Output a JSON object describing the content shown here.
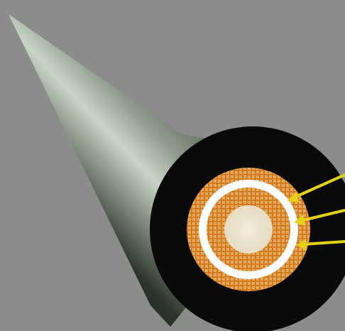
{
  "figure": {
    "subject": "coaxial-cable-cross-section",
    "colors": {
      "background": "#8c8c8c",
      "jacket": "#0a0a0a",
      "jacket_highlight": "#d8e3d6",
      "braid_shield": "#d27a1f",
      "braid_weave": "#f2c07a",
      "dielectric": "#ffffff",
      "center_conductor": "#efe7d2",
      "pointer_arrows": "#e3d21a"
    },
    "layers": [
      {
        "key": "jacket"
      },
      {
        "key": "braid_shield"
      },
      {
        "key": "dielectric"
      },
      {
        "key": "inner_braid"
      },
      {
        "key": "center_conductor"
      }
    ],
    "pointer_count": 3
  }
}
